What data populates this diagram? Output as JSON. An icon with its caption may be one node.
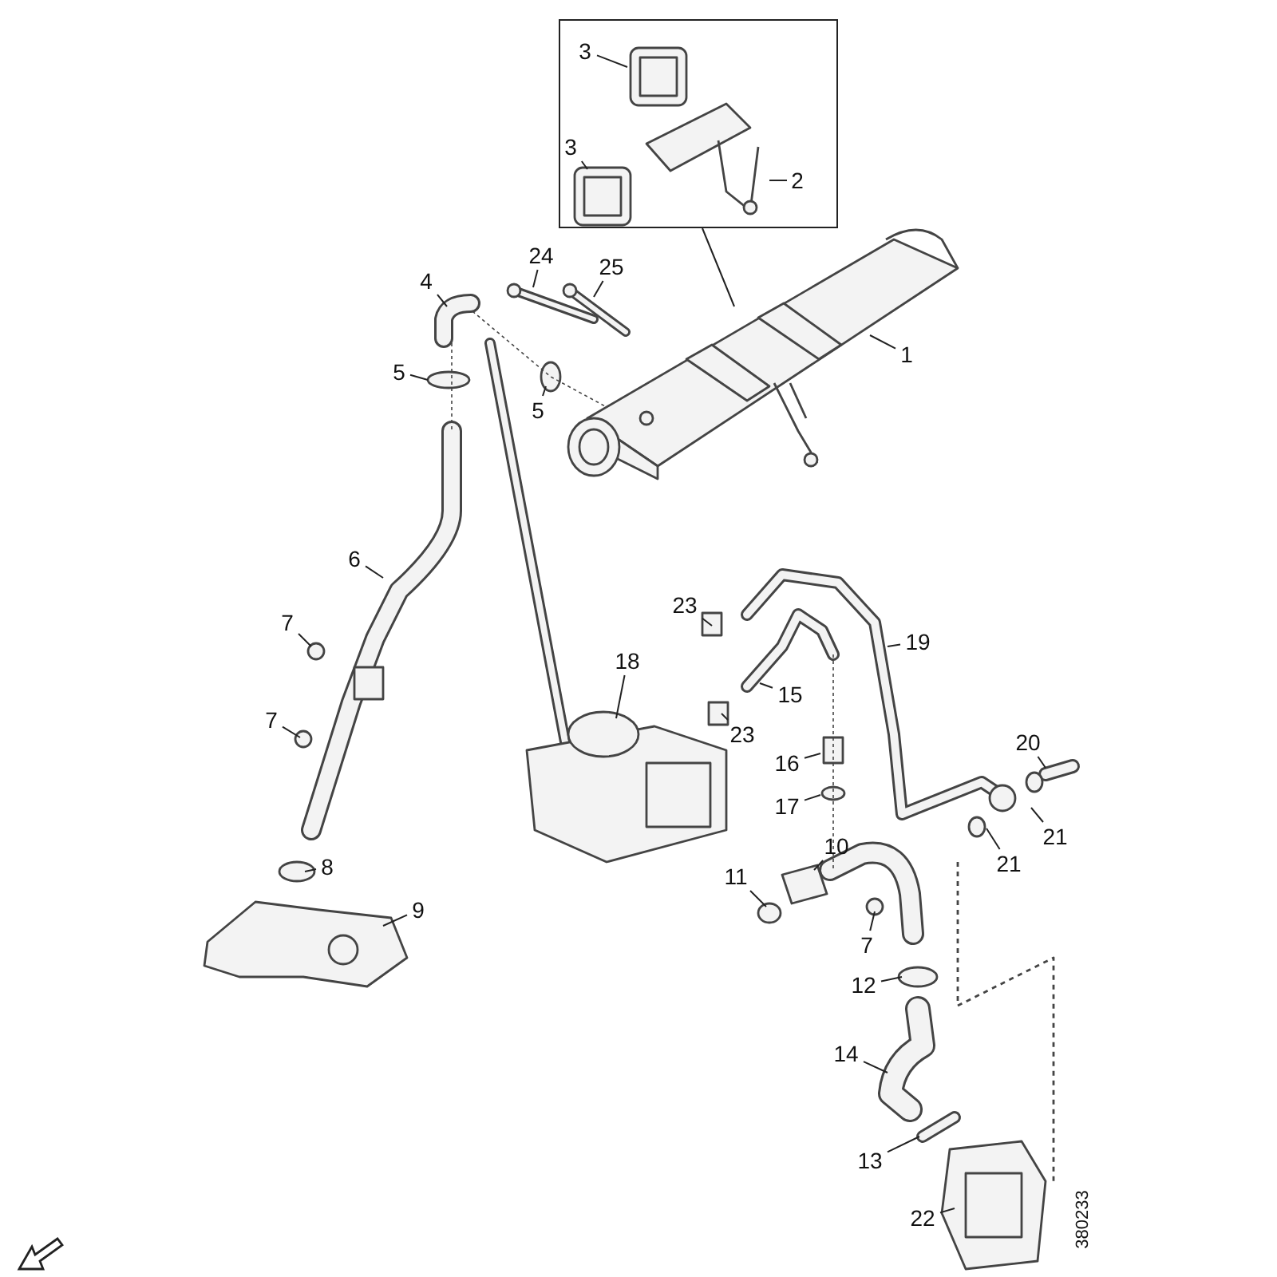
{
  "diagram": {
    "nodes": [
      {
        "text": [],
        "shape": "box"
      },
      {
        "text": [
          "3"
        ],
        "in": 0
      },
      {
        "text": [
          "3"
        ],
        "in": 0
      },
      {
        "text": [
          "2"
        ],
        "in": 0
      },
      {
        "text": [
          "24"
        ]
      },
      {
        "text": [
          "25"
        ]
      },
      {
        "text": [
          "4"
        ]
      },
      {
        "text": [
          "1"
        ]
      },
      {
        "text": [
          "5"
        ]
      },
      {
        "text": [
          "5"
        ]
      },
      {
        "text": [
          "6"
        ]
      },
      {
        "text": [
          "23"
        ]
      },
      {
        "text": [
          "7"
        ]
      },
      {
        "text": [
          "19"
        ]
      },
      {
        "text": [
          "18"
        ]
      },
      {
        "text": [
          "15"
        ]
      },
      {
        "text": [
          "7"
        ]
      },
      {
        "text": [
          "23"
        ]
      },
      {
        "text": [
          "20"
        ]
      },
      {
        "text": [
          "16"
        ]
      },
      {
        "text": [
          "17"
        ]
      },
      {
        "text": [
          "21"
        ]
      },
      {
        "text": [
          "10"
        ]
      },
      {
        "text": [
          "21"
        ]
      },
      {
        "text": [
          "8"
        ]
      },
      {
        "text": [
          "11"
        ]
      },
      {
        "text": [
          "9"
        ]
      },
      {
        "text": [
          "7"
        ]
      },
      {
        "text": [
          "12"
        ]
      },
      {
        "text": [
          "14"
        ]
      },
      {
        "text": [
          "13"
        ]
      },
      {
        "text": [
          "22"
        ]
      }
    ],
    "edges": [
      {
        "from": 0,
        "to": null,
        "arrow": "none"
      },
      {
        "from": 1,
        "to": null,
        "arrow": "none"
      },
      {
        "from": 2,
        "to": null,
        "arrow": "none"
      },
      {
        "from": 3,
        "to": null,
        "arrow": "none"
      },
      {
        "from": 4,
        "to": null,
        "arrow": "none"
      },
      {
        "from": 5,
        "to": null,
        "arrow": "none"
      },
      {
        "from": 6,
        "to": null,
        "arrow": "none"
      },
      {
        "from": 7,
        "to": null,
        "arrow": "none"
      },
      {
        "from": 8,
        "to": null,
        "arrow": "none"
      },
      {
        "from": 9,
        "to": null,
        "arrow": "none"
      },
      {
        "from": 10,
        "to": null,
        "arrow": "none"
      },
      {
        "from": 11,
        "to": null,
        "arrow": "none"
      },
      {
        "from": 12,
        "to": null,
        "arrow": "none"
      },
      {
        "from": 13,
        "to": null,
        "arrow": "none"
      },
      {
        "from": 14,
        "to": null,
        "arrow": "none"
      },
      {
        "from": 15,
        "to": null,
        "arrow": "none"
      },
      {
        "from": 16,
        "to": null,
        "arrow": "none"
      },
      {
        "from": 17,
        "to": null,
        "arrow": "none"
      },
      {
        "from": 18,
        "to": null,
        "arrow": "none"
      },
      {
        "from": 19,
        "to": null,
        "arrow": "none"
      },
      {
        "from": 20,
        "to": null,
        "arrow": "none"
      },
      {
        "from": 21,
        "to": null,
        "arrow": "none"
      },
      {
        "from": 22,
        "to": null,
        "arrow": "none"
      },
      {
        "from": 23,
        "to": null,
        "arrow": "none"
      },
      {
        "from": 24,
        "to": null,
        "arrow": "none"
      },
      {
        "from": 25,
        "to": null,
        "arrow": "none"
      },
      {
        "from": 26,
        "to": null,
        "arrow": "none"
      },
      {
        "from": 27,
        "to": null,
        "arrow": "none"
      },
      {
        "from": 28,
        "to": null,
        "arrow": "none"
      },
      {
        "from": 29,
        "to": null,
        "arrow": "none"
      },
      {
        "from": 30,
        "to": null,
        "arrow": "none"
      },
      {
        "from": 31,
        "to": null,
        "arrow": "none"
      }
    ],
    "labels": [
      "380233"
    ]
  }
}
